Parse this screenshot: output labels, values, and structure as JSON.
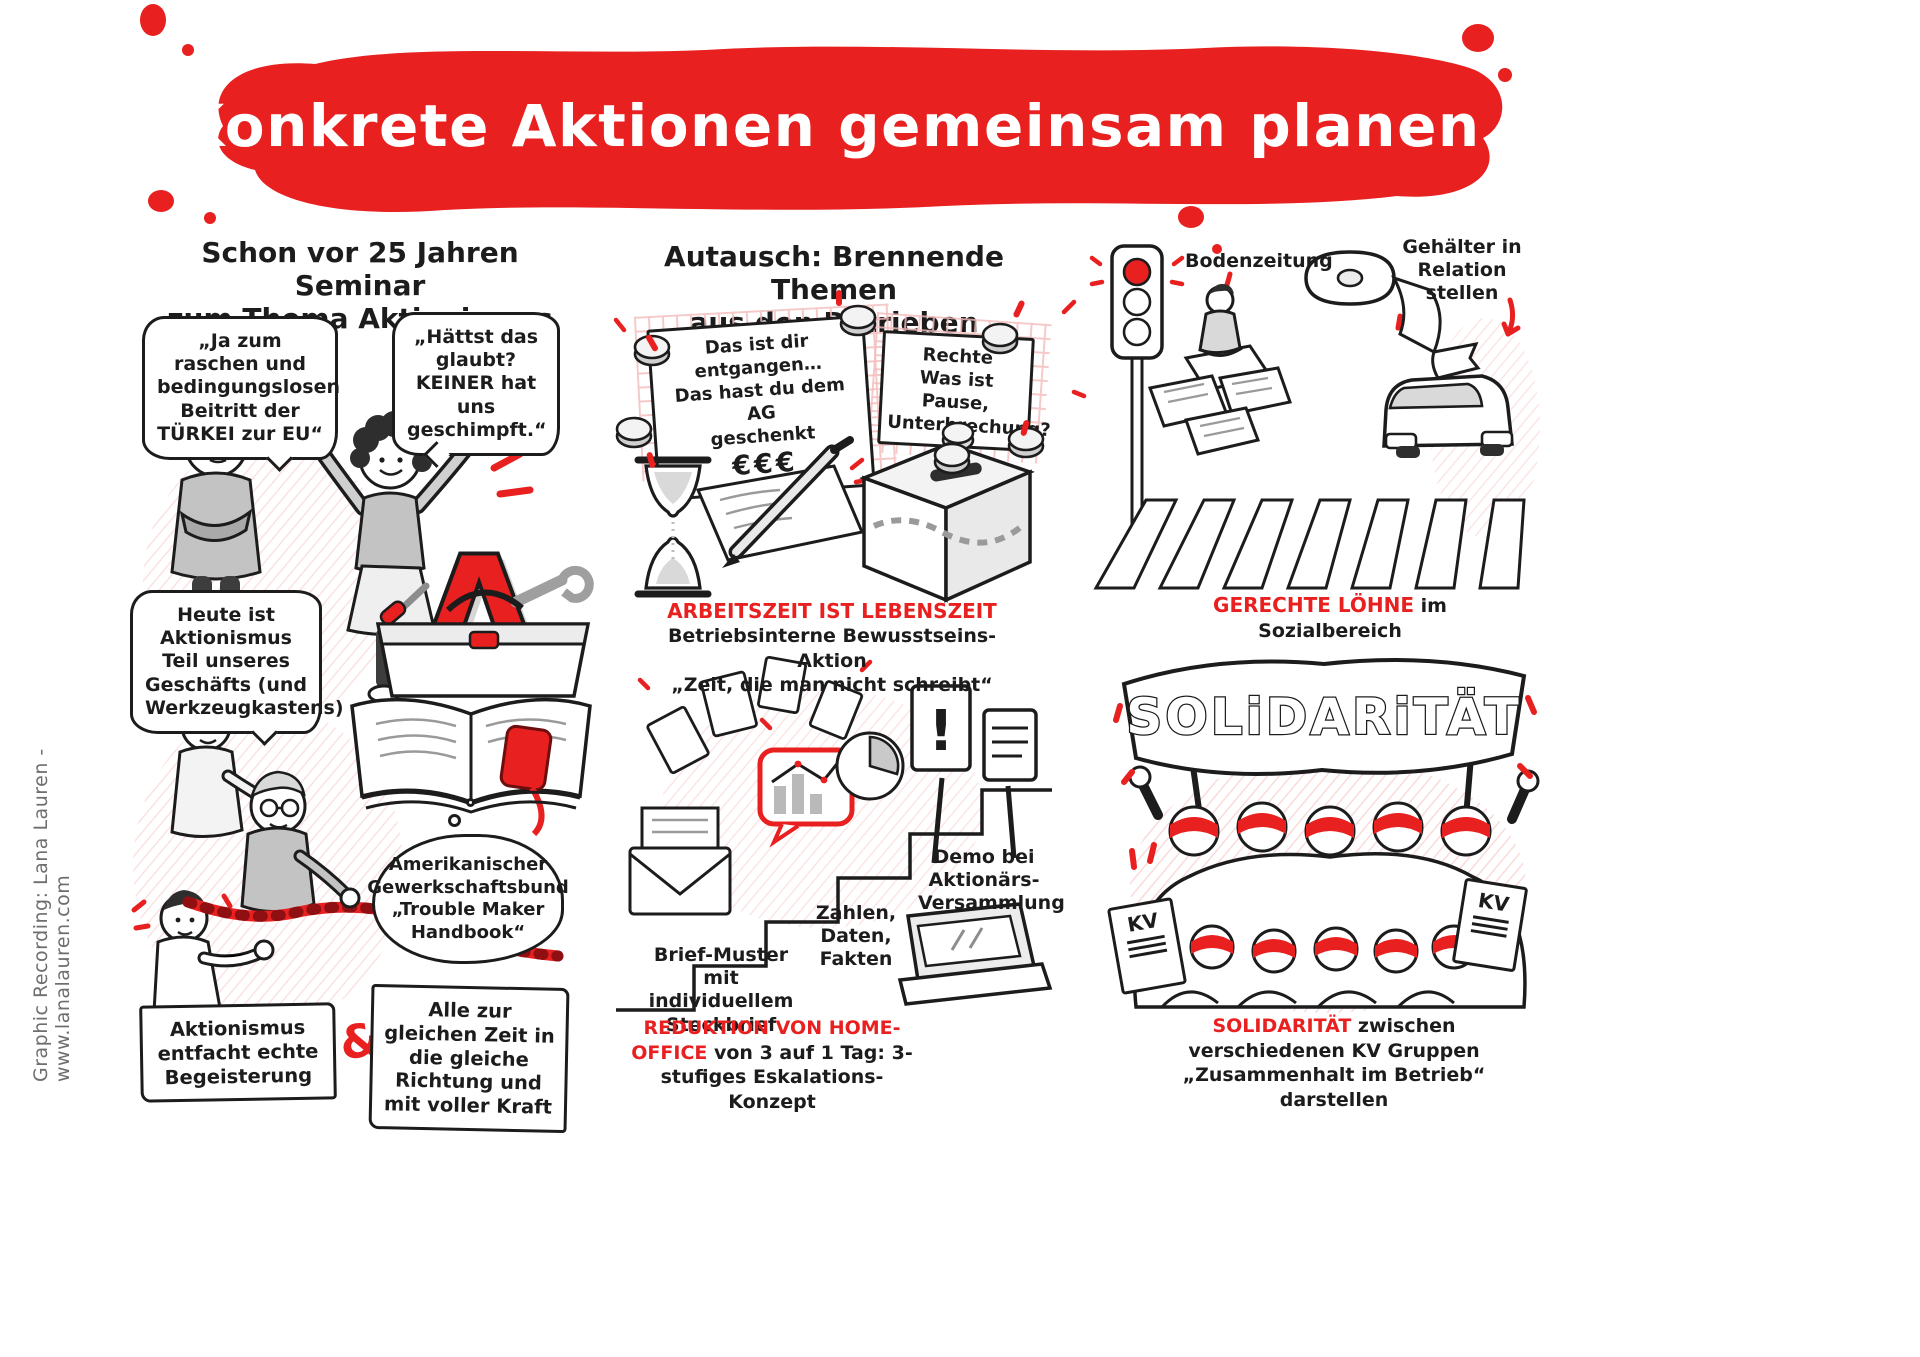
{
  "credit": "Graphic Recording: Lana Lauren - www.lanalauren.com",
  "banner": {
    "title": "Konkrete Aktionen gemeinsam planen"
  },
  "panel1": {
    "heading1": "Schon vor 25 Jahren Seminar",
    "heading2": "zum Thema Aktionismus",
    "bubble_left": "„Ja zum raschen und bedingungslosen Beitritt der TÜRKEI zur EU“",
    "bubble_right": "„Hättst das glaubt? KEINER hat uns geschimpft.“",
    "letter_a": "A",
    "bubble_today": "Heute ist Aktionismus Teil unseres Geschäfts (und Werkzeugkastens)",
    "thought": "Amerikanischer Gewerkschaftsbund „Trouble Maker Handbook“",
    "box_left": "Aktionismus entfacht echte Begeisterung",
    "ampersand": "&",
    "box_right": "Alle zur gleichen Zeit in die gleiche Richtung und mit voller Kraft"
  },
  "panel2": {
    "heading1": "Autausch: Brennende Themen",
    "heading2": "aus den Betrieben",
    "note_left1": "Das ist dir entgangen…",
    "note_left2": "Das hast du dem AG",
    "note_left3": "geschenkt",
    "note_left_euros": "€€€",
    "note_right1": "Rechte",
    "note_right2": "Was ist Pause,",
    "note_right3": "Unterbrechung?",
    "caption_red": "ARBEITSZEIT IST LEBENSZEIT",
    "caption2": "Betriebsinterne Bewusstseins-Aktion",
    "caption3": "„Zeit, die man nicht schreibt“",
    "label_letter": "Brief-Muster mit individuellem Steckbrief",
    "label_facts": "Zahlen, Daten, Fakten",
    "label_demo": "Demo bei Aktionärs-Versammlung",
    "sign_exclaim": "!",
    "bottom_red": "REDUKTION VON HOME-OFFICE",
    "bottom_black": " von 3 auf 1 Tag: 3-stufiges Eskalations-Konzept"
  },
  "panel3": {
    "label_floor_newspaper": "Bodenzeitung",
    "label_salaries": "Gehälter in Relation stellen",
    "caption_red": "GERECHTE LÖHNE",
    "caption_black": " im Sozialbereich",
    "banner_text": "SOLiDARiTÄT",
    "kv": "KV",
    "bottom_red": "SOLIDARITÄT",
    "bottom_black": " zwischen verschiedenen KV Gruppen",
    "bottom_line2": "„Zusammenhalt im Betrieb“ darstellen"
  }
}
